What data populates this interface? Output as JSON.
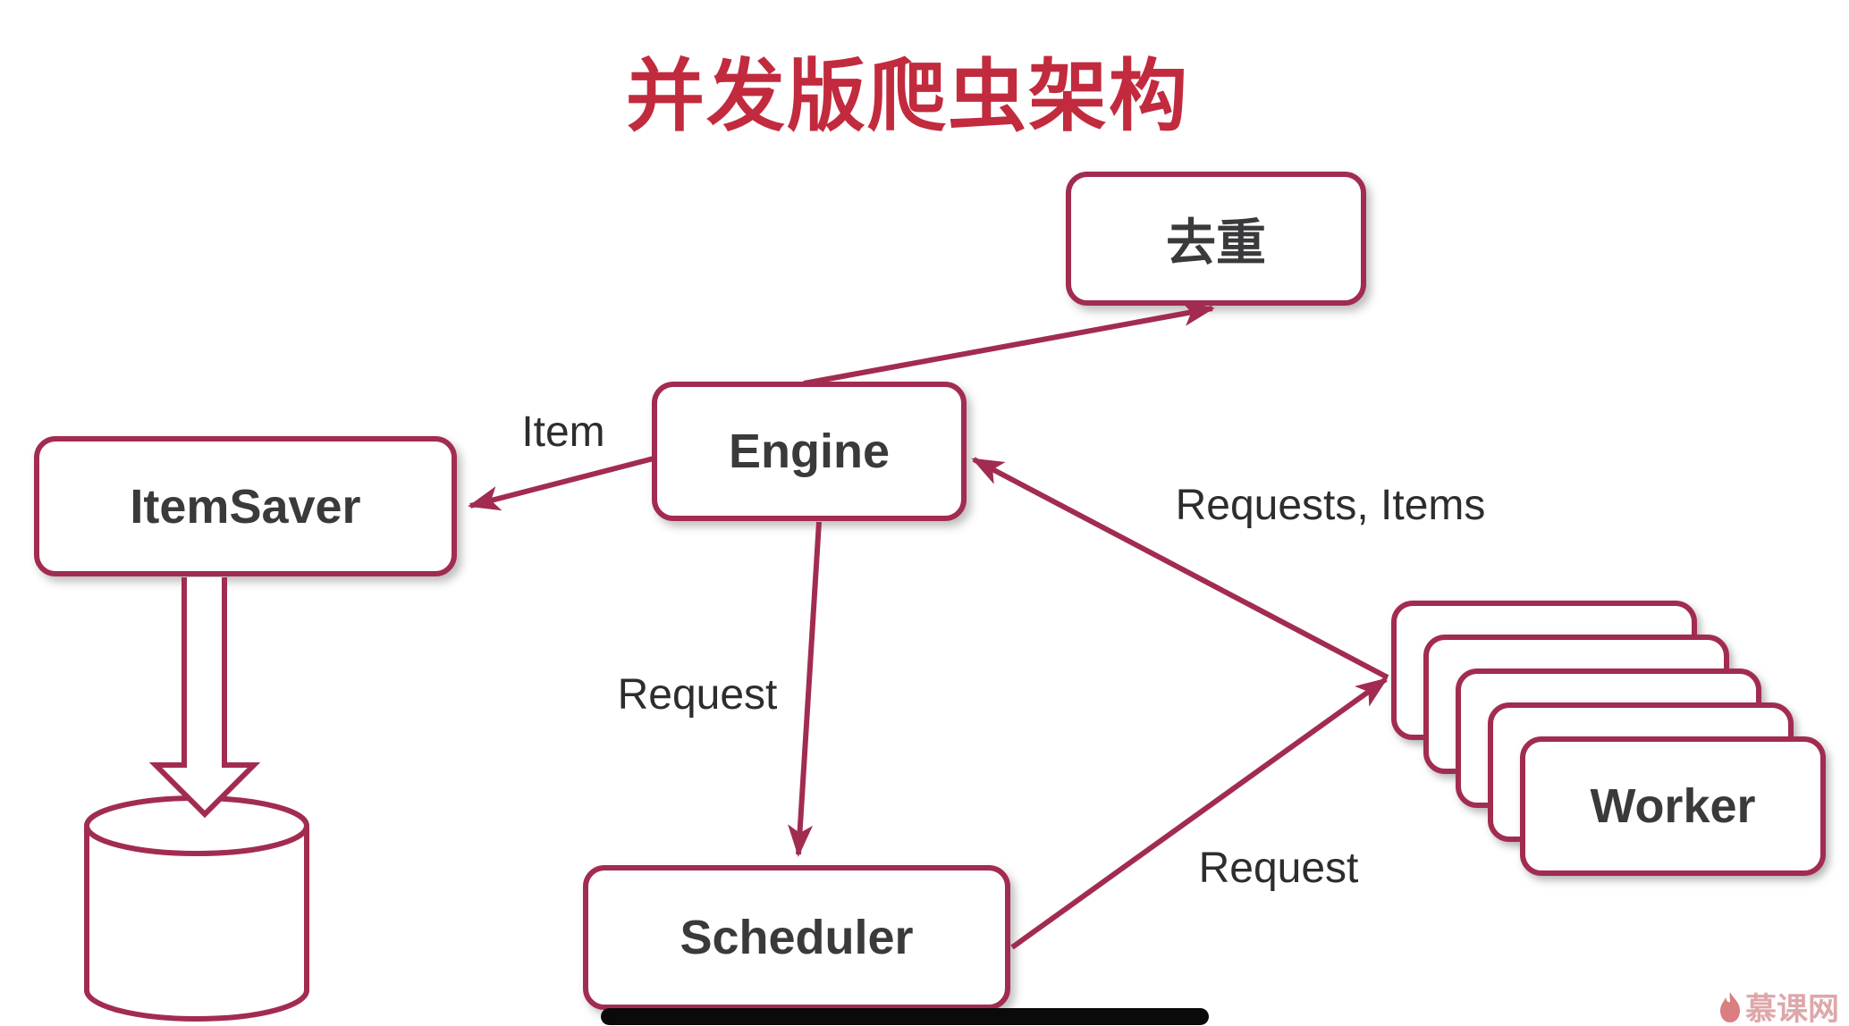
{
  "title": {
    "text": "并发版爬虫架构"
  },
  "colors": {
    "accent": "#a22c50",
    "titleRed": "#c22a3e",
    "nodeText": "#3a3a3c",
    "labelText": "#2d2d30",
    "barBlack": "#0a0a0a",
    "watermarkPink": "#d9989c"
  },
  "nodes": {
    "dedup": {
      "label": "去重"
    },
    "engine": {
      "label": "Engine"
    },
    "itemsaver": {
      "label": "ItemSaver"
    },
    "scheduler": {
      "label": "Scheduler"
    },
    "worker": {
      "label": "Worker",
      "count": 5
    }
  },
  "edges": {
    "engine_to_itemsaver": {
      "label": "Item"
    },
    "engine_to_scheduler": {
      "label": "Request"
    },
    "worker_to_engine": {
      "label": "Requests, Items"
    },
    "scheduler_to_worker": {
      "label": "Request"
    },
    "engine_to_dedup": {
      "label": ""
    },
    "itemsaver_to_database": {
      "label": ""
    }
  },
  "watermark": {
    "text": "慕课网"
  }
}
